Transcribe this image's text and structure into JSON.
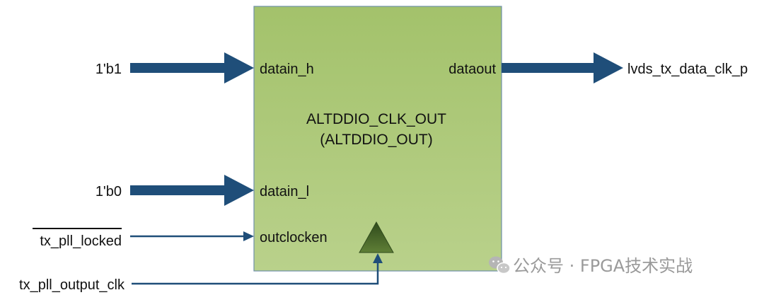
{
  "block": {
    "title": "ALTDDIO_CLK_OUT",
    "subtitle": "(ALTDDIO_OUT)",
    "fill_top": "#a3c26b",
    "fill_bottom": "#b9d18b",
    "border": "#6e8fa8"
  },
  "ports": {
    "datain_h": "datain_h",
    "datain_l": "datain_l",
    "outclocken": "outclocken",
    "dataout": "dataout"
  },
  "signals": {
    "in_high": "1'b1",
    "in_low": "1'b0",
    "locked": "tx_pll_locked",
    "clock": "tx_pll_output_clk",
    "output": "lvds_tx_data_clk_p"
  },
  "colors": {
    "arrow": "#1f4e79",
    "clock_triangle_top": "#2f4a1c",
    "clock_triangle_bottom": "#5f7f36"
  },
  "watermark": {
    "icon": "wechat-icon",
    "text": "公众号 · FPGA技术实战"
  }
}
